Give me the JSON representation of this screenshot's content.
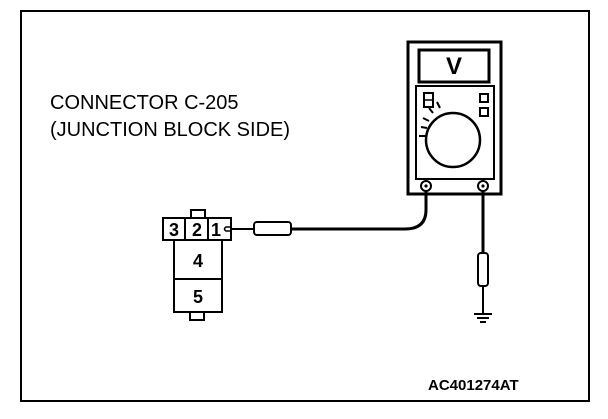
{
  "connector": {
    "label_line1": "CONNECTOR C-205",
    "label_line2": "(JUNCTION BLOCK SIDE)",
    "pins_top": [
      "3",
      "2",
      "1"
    ],
    "pins_lower": [
      "4",
      "5"
    ]
  },
  "meter": {
    "mode_symbol": "V"
  },
  "figure_id": "AC401274AT"
}
